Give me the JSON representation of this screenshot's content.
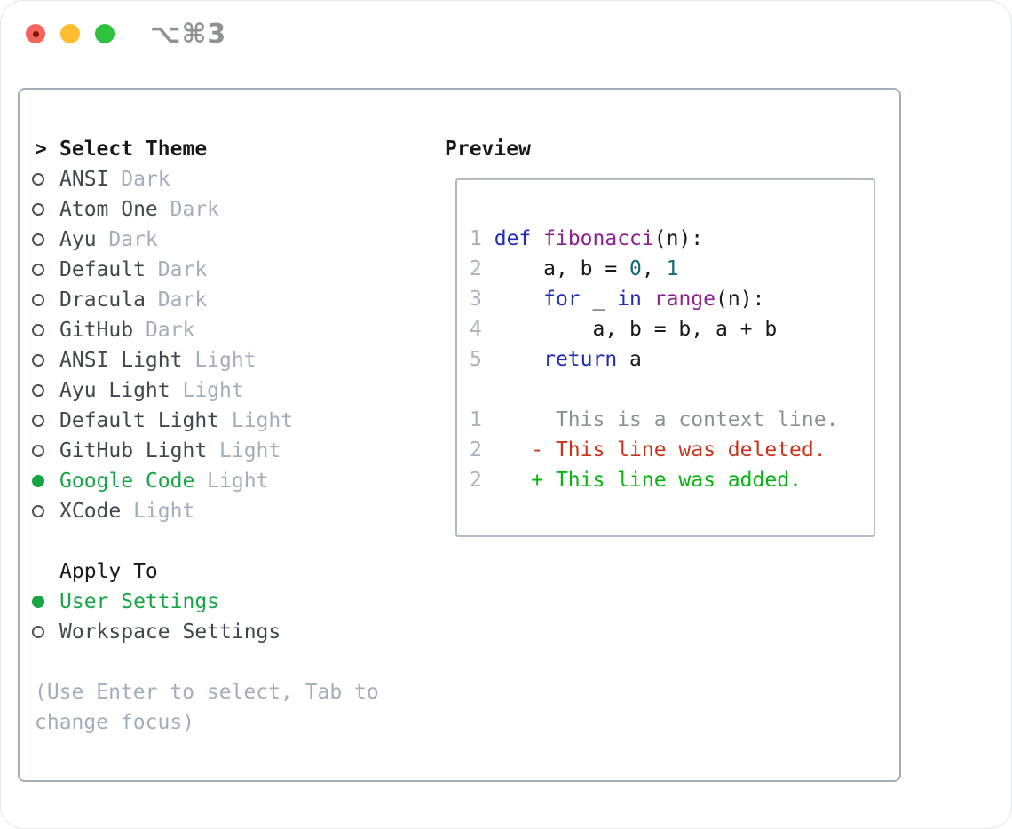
{
  "window": {
    "title": "⌥⌘3"
  },
  "theme_list": {
    "header_prefix": ">",
    "header": "Select Theme",
    "items": [
      {
        "name": "ANSI",
        "variant": "Dark",
        "selected": false
      },
      {
        "name": "Atom One",
        "variant": "Dark",
        "selected": false
      },
      {
        "name": "Ayu",
        "variant": "Dark",
        "selected": false
      },
      {
        "name": "Default",
        "variant": "Dark",
        "selected": false
      },
      {
        "name": "Dracula",
        "variant": "Dark",
        "selected": false
      },
      {
        "name": "GitHub",
        "variant": "Dark",
        "selected": false
      },
      {
        "name": "ANSI Light",
        "variant": "Light",
        "selected": false
      },
      {
        "name": "Ayu Light",
        "variant": "Light",
        "selected": false
      },
      {
        "name": "Default Light",
        "variant": "Light",
        "selected": false
      },
      {
        "name": "GitHub Light",
        "variant": "Light",
        "selected": false
      },
      {
        "name": "Google Code",
        "variant": "Light",
        "selected": true
      },
      {
        "name": "XCode",
        "variant": "Light",
        "selected": false
      }
    ]
  },
  "apply_to": {
    "header": "Apply To",
    "items": [
      {
        "name": "User Settings",
        "selected": true
      },
      {
        "name": "Workspace Settings",
        "selected": false
      }
    ]
  },
  "hint": {
    "text": "(Use Enter to select, Tab to change focus)"
  },
  "preview": {
    "header": "Preview",
    "code_lines": [
      {
        "num": "1",
        "tokens": [
          {
            "t": " ",
            "c": "plain"
          },
          {
            "t": "def",
            "c": "kw"
          },
          {
            "t": " ",
            "c": "plain"
          },
          {
            "t": "fibonacci",
            "c": "fn"
          },
          {
            "t": "(n):",
            "c": "plain"
          }
        ]
      },
      {
        "num": "2",
        "tokens": [
          {
            "t": "     a, b = ",
            "c": "plain"
          },
          {
            "t": "0",
            "c": "num"
          },
          {
            "t": ", ",
            "c": "plain"
          },
          {
            "t": "1",
            "c": "num"
          }
        ]
      },
      {
        "num": "3",
        "tokens": [
          {
            "t": "     ",
            "c": "plain"
          },
          {
            "t": "for",
            "c": "kw"
          },
          {
            "t": " _ ",
            "c": "plain"
          },
          {
            "t": "in",
            "c": "kw"
          },
          {
            "t": " ",
            "c": "plain"
          },
          {
            "t": "range",
            "c": "fn"
          },
          {
            "t": "(n):",
            "c": "plain"
          }
        ]
      },
      {
        "num": "4",
        "tokens": [
          {
            "t": "         a, b = b, a + b",
            "c": "plain"
          }
        ]
      },
      {
        "num": "5",
        "tokens": [
          {
            "t": "     ",
            "c": "plain"
          },
          {
            "t": "return",
            "c": "kw"
          },
          {
            "t": " a",
            "c": "plain"
          }
        ]
      }
    ],
    "diff_lines": [
      {
        "num": "1",
        "text": "      This is a context line.",
        "kind": "context"
      },
      {
        "num": "2",
        "text": "    - This line was deleted.",
        "kind": "deleted"
      },
      {
        "num": "2",
        "text": "    + This line was added.",
        "kind": "added"
      }
    ]
  },
  "colors": {
    "accent_green": "#16a644",
    "traffic_red": "#f4645c",
    "traffic_red_dot": "#7e150d",
    "traffic_yellow": "#fcbd2e",
    "traffic_green": "#2ec23e",
    "panel_border": "#a6aebb",
    "preview_border": "#b3bac3",
    "text_primary": "#17191c",
    "text_item": "#41474f",
    "text_muted": "#a3adbc",
    "line_number": "#a9b2c0",
    "syntax_keyword": "#1f2cb4",
    "syntax_function": "#8b2190",
    "syntax_number": "#0f6b6e",
    "diff_context": "#8b9197",
    "diff_deleted": "#c9331b",
    "diff_added": "#06b30e",
    "title_gray": "#8e9297"
  }
}
